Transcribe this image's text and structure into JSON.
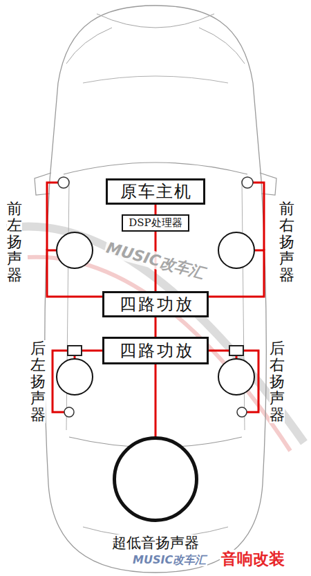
{
  "diagram": {
    "nodes": [
      {
        "text": [
          "原车主机"
        ]
      },
      {
        "text": [
          "DSP处理器"
        ]
      },
      {
        "text": [
          "前左扬声器"
        ]
      },
      {
        "text": [
          "前右扬声器"
        ]
      },
      {
        "text": [
          "四路功放"
        ]
      },
      {
        "text": [
          "四路功放"
        ]
      },
      {
        "text": [
          "后左扬声器"
        ]
      },
      {
        "text": [
          "后右扬声器"
        ]
      },
      {
        "text": [
          "超低音扬声器"
        ]
      }
    ],
    "edges": [
      {
        "from": 0,
        "to": 1,
        "arrow": "none"
      },
      {
        "from": 1,
        "to": 4,
        "arrow": "none"
      },
      {
        "from": 4,
        "to": 2,
        "arrow": "none"
      },
      {
        "from": 4,
        "to": 3,
        "arrow": "none"
      },
      {
        "from": 4,
        "to": 5,
        "arrow": "none"
      },
      {
        "from": 5,
        "to": 6,
        "arrow": "none"
      },
      {
        "from": 5,
        "to": 7,
        "arrow": "none"
      },
      {
        "from": 5,
        "to": 8,
        "arrow": "none"
      }
    ],
    "labels": [
      "MUSIC改车汇",
      "MUSIC改车汇",
      "音响改装"
    ]
  }
}
